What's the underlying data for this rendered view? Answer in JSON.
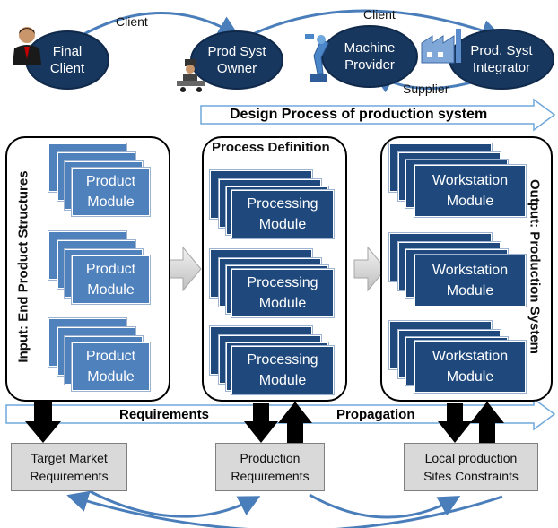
{
  "actors": {
    "final_client": "Final\nClient",
    "prod_syst_owner": "Prod Syst\nOwner",
    "machine_provider": "Machine\nProvider",
    "prod_syst_integrator": "Prod. Syst\nIntegrator"
  },
  "relations": {
    "client_1": "Client",
    "client_2": "Client",
    "supplier": "Supplier"
  },
  "design_process": "Design Process of production system",
  "input": {
    "title": "Input: End Product Structures",
    "modules": [
      "Product\nModule",
      "Product\nModule",
      "Product\nModule"
    ]
  },
  "process": {
    "title": "Process Definition",
    "modules": [
      "Processing\nModule",
      "Processing\nModule",
      "Processing\nModule"
    ]
  },
  "output": {
    "title": "Output: Production System",
    "modules": [
      "Workstation\nModule",
      "Workstation\nModule",
      "Workstation\nModule"
    ]
  },
  "band": {
    "requirements": "Requirements",
    "propagation": "Propagation"
  },
  "requirement_boxes": {
    "target_market": "Target Market\nRequirements",
    "production": "Production\nRequirements",
    "local_sites": "Local production\nSites Constraints"
  },
  "colors": {
    "oval": "#17375e",
    "module_light": "#4f81bd",
    "module_dark": "#1f497d",
    "grey_box": "#d9d9d9",
    "arrow_blue": "#4a7ebb",
    "band_border": "#6fa8dc"
  },
  "icons": [
    "person-icon",
    "factory-worker-icon",
    "robot-arm-icon",
    "factory-icon"
  ]
}
